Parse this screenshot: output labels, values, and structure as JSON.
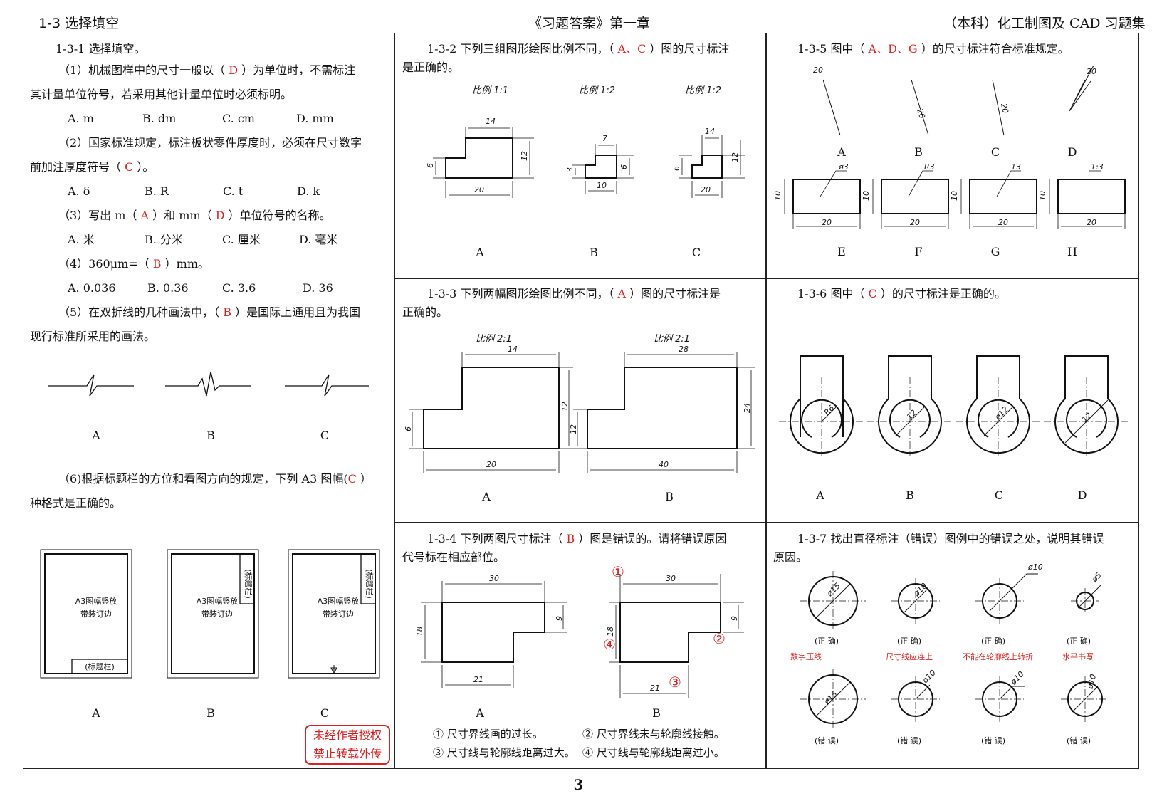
{
  "header": {
    "left": "1-3   选择填空",
    "center": "《习题答案》第一章",
    "right": "（本科）化工制图及 CAD 习题集"
  },
  "p131": {
    "title": "1-3-1   选择填空。",
    "q1a": "（1）机械图样中的尺寸一般以（ ",
    "q1ans": "D",
    "q1b": " ）为单位时，不需标注",
    "q1c": "其计量单位符号，若采用其他计量单位时必须标明。",
    "q1opts": [
      "A.  m",
      "B.  dm",
      "C.  cm",
      "D.  mm"
    ],
    "q2a": "（2）国家标准规定，标注板状零件厚度时，必须在尺寸数字",
    "q2b": "前加注厚度符号（ ",
    "q2ans": "C",
    "q2c": " ）。",
    "q2opts": [
      "A.  δ",
      "B.  R",
      "C.  t",
      "D.  k"
    ],
    "q3a": "（3）写出 m（ ",
    "q3ans1": "A",
    "q3b": " ）和 mm（ ",
    "q3ans2": "D",
    "q3c": " ）单位符号的名称。",
    "q3opts": [
      "A.  米",
      "B.  分米",
      "C.  厘米",
      "D.  毫米"
    ],
    "q4a": "（4）360μm=（ ",
    "q4ans": "B",
    "q4b": " ）mm。",
    "q4opts": [
      "A.  0.036",
      "B.  0.36",
      "C.  3.6",
      "D.  36"
    ],
    "q5a": "（5）在双折线的几种画法中，（ ",
    "q5ans": "B",
    "q5b": " ）是国际上通用且为我国",
    "q5c": "现行标准所采用的画法。",
    "q5labels": [
      "A",
      "B",
      "C"
    ],
    "q6a": "（6)根据标题栏的方位和看图方向的规定，下列 A3 图幅(",
    "q6ans": "C",
    "q6b": " ）",
    "q6c": "种格式是正确的。",
    "sheet_text1": "A3图幅竖放",
    "sheet_text2": "带装订边",
    "title_block": "(标题栏)",
    "q6labels": [
      "A",
      "B",
      "C"
    ]
  },
  "p132": {
    "text_a": "1-3-2   下列三组图形绘图比例不同，（ ",
    "ans": "A、C",
    "text_b": " ）图的尺寸标注",
    "text_c": "是正确的。",
    "scales": [
      "比例 1:1",
      "比例 1:2",
      "比例 1:2"
    ],
    "labels": [
      "A",
      "B",
      "C"
    ],
    "dims": {
      "a": [
        "14",
        "6",
        "12",
        "20"
      ],
      "b": [
        "7",
        "3",
        "6",
        "10"
      ],
      "c": [
        "14",
        "6",
        "12",
        "20"
      ]
    }
  },
  "p133": {
    "text_a": "1-3-3   下列两幅图形绘图比例不同，（ ",
    "ans": "A",
    "text_b": " ）图的尺寸标注是",
    "text_c": "正确的。",
    "scales": [
      "比例 2:1",
      "比例 2:1"
    ],
    "labels": [
      "A",
      "B"
    ],
    "dims": {
      "a": [
        "14",
        "6",
        "12",
        "20"
      ],
      "b": [
        "28",
        "12",
        "24",
        "40"
      ]
    }
  },
  "p134": {
    "text_a": "1-3-4   下列两图尺寸标注（ ",
    "ans": "B",
    "text_b": " ）图是错误的。请将错误原因",
    "text_c": "代号标在相应部位。",
    "labels": [
      "A",
      "B"
    ],
    "dims": [
      "30",
      "9",
      "18",
      "21"
    ],
    "markers": [
      "①",
      "②",
      "③",
      "④"
    ],
    "notes": [
      "①  尺寸界线画的过长。",
      "②  尺寸界线未与轮廓线接触。",
      "③  尺寸线与轮廓线距离过大。",
      "④  尺寸线与轮廓线距离过小。"
    ]
  },
  "p135": {
    "text_a": "1-3-5   图中（ ",
    "ans": "A、D、G",
    "text_b": " ）的尺寸标注符合标准规定。",
    "top_dims": [
      "20",
      "20",
      "20",
      "20"
    ],
    "top_labels": [
      "A",
      "B",
      "C",
      "D"
    ],
    "rect_leaders": [
      "ø3",
      "R3",
      "13",
      "1:3"
    ],
    "rect_dims": [
      "10",
      "20"
    ],
    "bottom_labels": [
      "E",
      "F",
      "G",
      "H"
    ]
  },
  "p136": {
    "text_a": "1-3-6   图中（ ",
    "ans": "C",
    "text_b": " ）的尺寸标注是正确的。",
    "dims": [
      "R6",
      "12",
      "ø12",
      "12"
    ],
    "labels": [
      "A",
      "B",
      "C",
      "D"
    ]
  },
  "p137": {
    "text_a": "1-3-7   找出直径标注（错误）图例中的错误之处，说明其错误",
    "text_b": "原因。",
    "top_dims": [
      "ø15",
      "ø10",
      "ø10",
      "ø5"
    ],
    "correct": "(正  确)",
    "wrong": "(错  误)",
    "errors": [
      "数字压线",
      "尺寸线应连上",
      "不能在轮廓线上转折",
      "水平书写"
    ],
    "bottom_dims": [
      "ø15",
      "ø10",
      "ø10",
      "ø10"
    ]
  },
  "stamp": {
    "line1": "未经作者授权",
    "line2": "禁止转载外传"
  },
  "page_number": "3"
}
